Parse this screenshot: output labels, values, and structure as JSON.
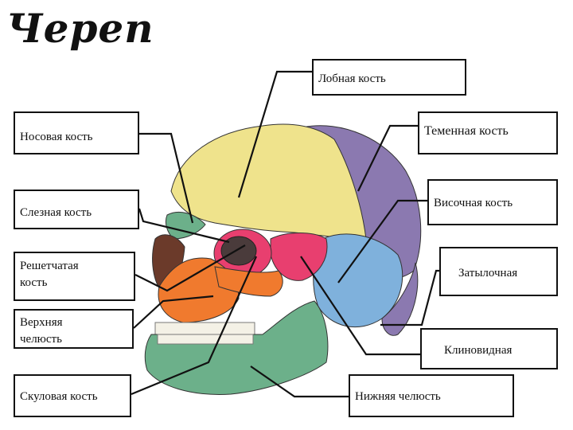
{
  "diagram": {
    "title": "Череп",
    "labels": {
      "lobnaya": "Лобная кость",
      "nosovaya": "Носовая кость",
      "temennaya": "Теменная кость",
      "sleznaya": "Слезная кость",
      "visochnaya": "Височная кость",
      "reshetchataya_1": "Решетчатая",
      "reshetchataya_2": "кость",
      "zatylochnaya": "Затылочная",
      "verkhnyaya_1": "Верхняя",
      "verkhnyaya_2": "челюсть",
      "klinovidnaya": "Клиновидная",
      "skulovaya": "Скуловая кость",
      "nizhnyaya": "Нижняя челюсть"
    },
    "colors": {
      "frontal": "#efe38c",
      "parietal": "#8b79b0",
      "temporal": "#7fb1dc",
      "occipital": "#8b79b0",
      "sphenoid": "#e83f6f",
      "maxilla": "#f07a2e",
      "zygomatic": "#f07a2e",
      "mandible": "#6cb08a",
      "nasal": "#6cb08a",
      "lacrimal": "#6cb08a",
      "ethmoid": "#f07a2e"
    }
  }
}
